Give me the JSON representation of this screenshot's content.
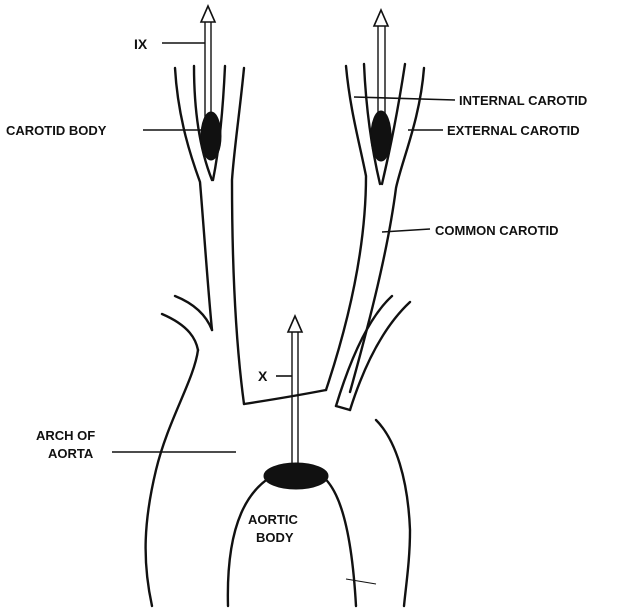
{
  "labels": {
    "nerve_ix": "IX",
    "carotid_body": "CAROTID BODY",
    "internal_carotid": "INTERNAL CAROTID",
    "external_carotid": "EXTERNAL CAROTID",
    "common_carotid": "COMMON CAROTID",
    "nerve_x": "X",
    "arch_of_aorta_line1": "ARCH OF",
    "arch_of_aorta_line2": "AORTA",
    "aortic_body_line1": "AORTIC",
    "aortic_body_line2": "BODY"
  },
  "colors": {
    "ink": "#111111",
    "background": "#ffffff"
  }
}
